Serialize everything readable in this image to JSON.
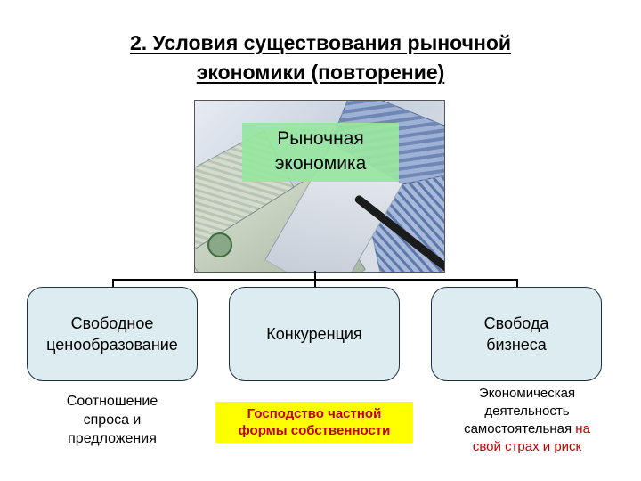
{
  "title": {
    "line1": "2. Условия существования рыночной",
    "line2": "экономики (повторение)"
  },
  "center": {
    "line1": "Рыночная",
    "line2": "экономика"
  },
  "boxes": [
    {
      "line1": "Свободное",
      "line2": "ценообразование"
    },
    {
      "line1": "Конкуренция"
    },
    {
      "line1": "Свобода",
      "line2": "бизнеса"
    }
  ],
  "notes": {
    "left": {
      "line1": "Соотношение",
      "line2": "спроса и",
      "line3": "предложения"
    },
    "middle": {
      "line1": "Господство частной",
      "line2": "формы собственности"
    },
    "right": {
      "line1": "Экономическая",
      "line2": "деятельность",
      "line3_black": "самостоятельная",
      "line3_red": "на",
      "line4": "свой страх и риск"
    }
  },
  "colors": {
    "box_fill": "#dcecf0",
    "label_fill": "#96e6a0",
    "highlight_fill": "#ffff00",
    "highlight_text": "#c00000"
  }
}
